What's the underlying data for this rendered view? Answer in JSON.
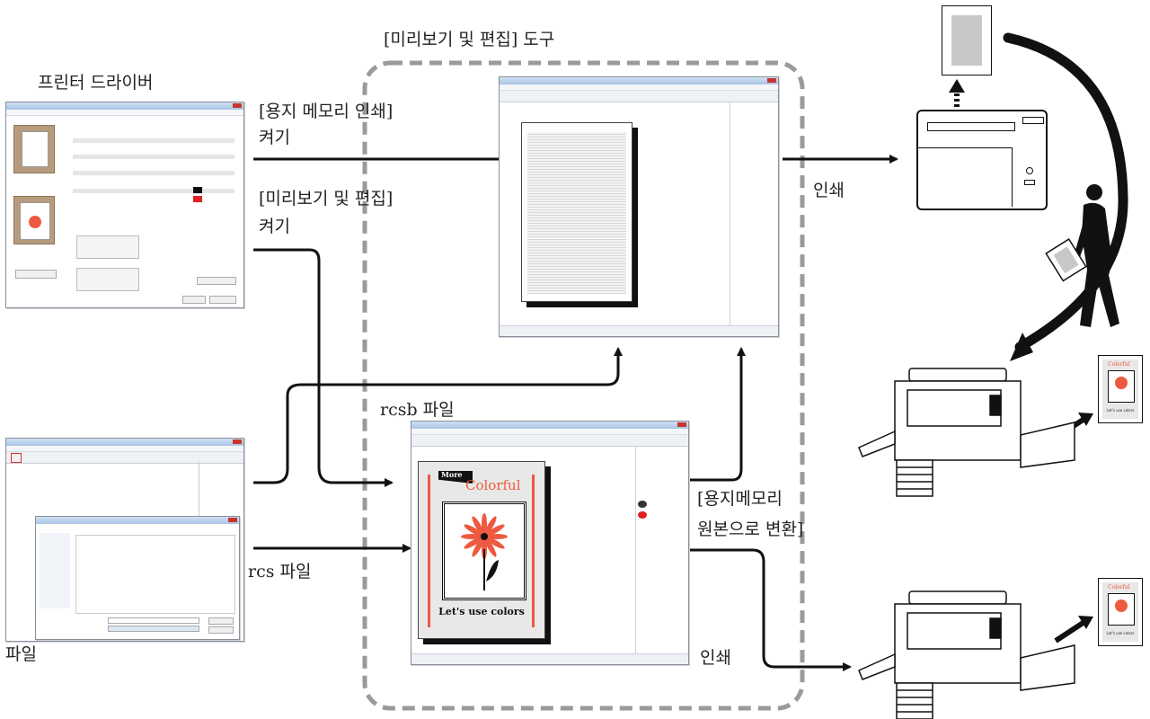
{
  "labels": {
    "tool_title": "[미리보기 및 편집] 도구",
    "printer_driver": "프린터 드라이버",
    "memory_print_on_1": "[용지 메모리 인쇄]",
    "memory_print_on_2": "켜기",
    "preview_edit_on_1": "[미리보기 및 편집]",
    "preview_edit_on_2": "켜기",
    "print_top": "인쇄",
    "rcsb_file": "rcsb 파일",
    "rcs_file": "rcs 파일",
    "convert_1": "[용지메모리",
    "convert_2": "원본으로 변환]",
    "print_bottom": "인쇄",
    "file": "파일"
  },
  "artwork": {
    "line1": "More",
    "line2": "Colorful",
    "caption": "Let's use colors"
  },
  "colors": {
    "arrow": "#111111",
    "dashed_border": "#9a9a9a",
    "red_arrow": "#d9322b",
    "flower": "#ee5a3f",
    "paper_gray": "#e8e8e8"
  }
}
